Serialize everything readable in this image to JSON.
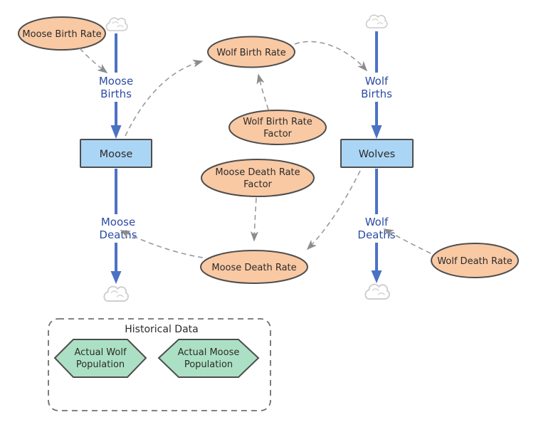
{
  "diagram": {
    "type": "stock-and-flow-model",
    "colors": {
      "stock_fill": "#abd5f5",
      "variable_fill": "#f9c9a4",
      "historical_data_fill": "#ace0c4",
      "flow_blue": "#4c72c4",
      "flow_label_blue": "#2c4ca4",
      "connector_gray": "#9a9a9a",
      "border_gray": "#4e4e4e",
      "cloud_gray": "#cccccc"
    },
    "icons": {
      "source_sink": "cloud-icon"
    },
    "stocks": {
      "moose": {
        "label": "Moose"
      },
      "wolves": {
        "label": "Wolves"
      }
    },
    "flows": {
      "moose_births": {
        "line1": "Moose",
        "line2": "Births"
      },
      "moose_deaths": {
        "line1": "Moose",
        "line2": "Deaths"
      },
      "wolf_births": {
        "line1": "Wolf",
        "line2": "Births"
      },
      "wolf_deaths": {
        "line1": "Wolf",
        "line2": "Deaths"
      }
    },
    "variables": {
      "moose_birth_rate": {
        "label": "Moose Birth Rate"
      },
      "wolf_birth_rate": {
        "label": "Wolf Birth Rate"
      },
      "wolf_birth_rate_factor": {
        "line1": "Wolf Birth Rate",
        "line2": "Factor"
      },
      "moose_death_rate_factor": {
        "line1": "Moose Death Rate",
        "line2": "Factor"
      },
      "moose_death_rate": {
        "label": "Moose Death Rate"
      },
      "wolf_death_rate": {
        "label": "Wolf Death Rate"
      }
    },
    "group": {
      "title": "Historical Data",
      "items": {
        "actual_wolf_population": {
          "line1": "Actual Wolf",
          "line2": "Population"
        },
        "actual_moose_population": {
          "line1": "Actual Moose",
          "line2": "Population"
        }
      }
    }
  }
}
